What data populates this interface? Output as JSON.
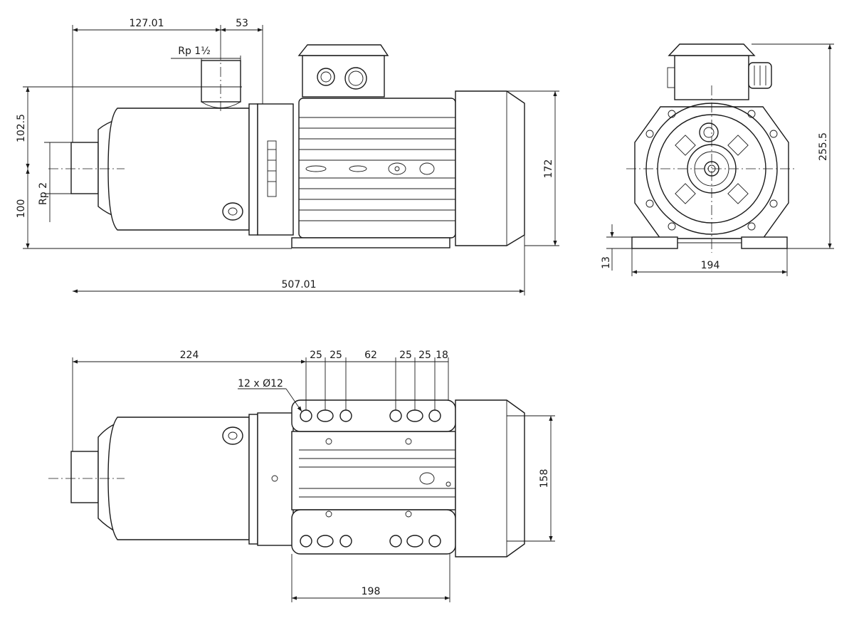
{
  "side_view": {
    "dims": {
      "overall_top": "127.01",
      "suction_offset": "53",
      "outlet_thread": "Rp 1½",
      "upper_height": "102.5",
      "lower_height": "100",
      "inlet_thread": "Rp 2",
      "overall_length": "507.01",
      "motor_height": "172"
    }
  },
  "end_view": {
    "dims": {
      "total_height": "255.5",
      "foot_height": "13",
      "foot_width": "194"
    }
  },
  "top_view": {
    "dims": {
      "pump_length": "224",
      "hole_spacing": [
        "25",
        "25",
        "62",
        "25",
        "25",
        "18"
      ],
      "holes": "12 x Ø12",
      "motor_width": "158",
      "base_length": "198"
    }
  }
}
